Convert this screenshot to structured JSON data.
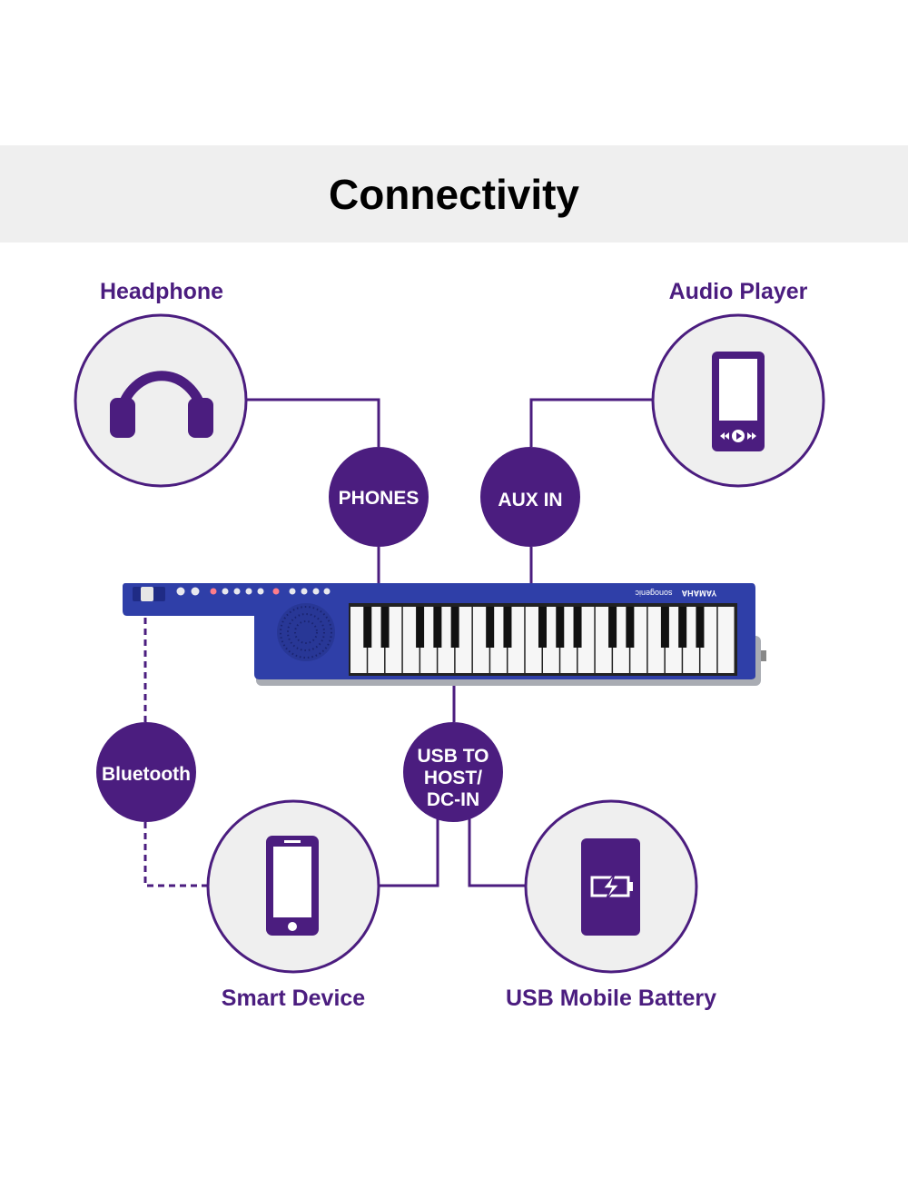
{
  "title": "Connectivity",
  "devices": {
    "headphone": "Headphone",
    "audio_player": "Audio Player",
    "smart_device": "Smart Device",
    "usb_battery": "USB Mobile Battery"
  },
  "ports": {
    "phones": "PHONES",
    "aux_in": "AUX IN",
    "bluetooth": "Bluetooth",
    "usb": [
      "USB TO",
      "HOST/",
      "DC-IN"
    ]
  },
  "keyboard": {
    "brand": "YAMAHA",
    "model": "sonogenic",
    "keys": 37
  },
  "colors": {
    "accent": "#4b1d7f",
    "circle_fill": "#efefef",
    "band": "#efefef",
    "keyboard_body": "#2f3fa8"
  }
}
